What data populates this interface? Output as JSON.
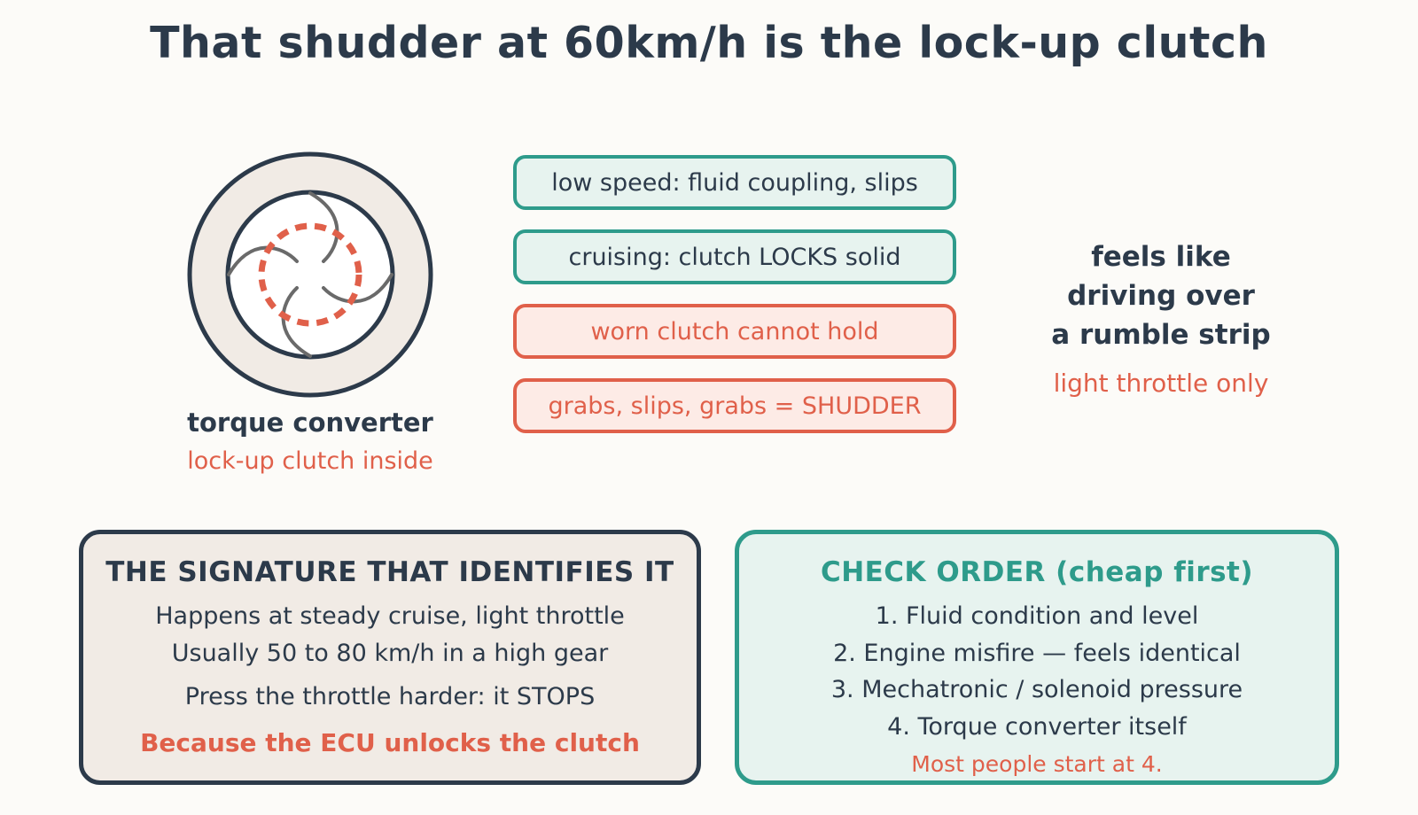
{
  "title": "That shudder at 60km/h is the lock-up clutch",
  "converter": {
    "name": "torque converter",
    "subtitle": "lock-up clutch inside"
  },
  "states": [
    {
      "text": "low speed: fluid coupling, slips",
      "tone": "teal"
    },
    {
      "text": "cruising: clutch LOCKS solid",
      "tone": "teal"
    },
    {
      "text": "worn clutch cannot hold",
      "tone": "red"
    },
    {
      "text": "grabs, slips, grabs = SHUDDER",
      "tone": "red"
    }
  ],
  "feels": {
    "lines": [
      "feels like",
      "driving over",
      "a rumble strip"
    ],
    "note": "light throttle only"
  },
  "signature": {
    "heading": "THE SIGNATURE THAT IDENTIFIES IT",
    "lines": [
      "Happens at steady cruise, light throttle",
      "Usually 50 to 80 km/h in a high gear",
      "Press the throttle harder: it STOPS"
    ],
    "conclusion": "Because the ECU unlocks the clutch"
  },
  "check_order": {
    "heading": "CHECK ORDER (cheap first)",
    "items": [
      "1. Fluid condition and level",
      "2. Engine misfire — feels identical",
      "3. Mechatronic / solenoid pressure",
      "4. Torque converter itself"
    ],
    "note": "Most people start at 4."
  },
  "colors": {
    "navy": "#2c3a4a",
    "teal": "#2e9b8b",
    "red": "#e0604a",
    "cream": "#f1ebe5",
    "mint": "#e7f3ef"
  }
}
